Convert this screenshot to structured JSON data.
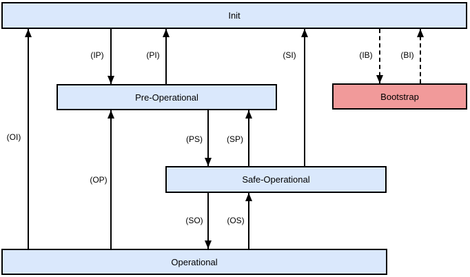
{
  "diagram": {
    "type": "state-machine",
    "colors": {
      "state_fill": "#dae8fc",
      "bootstrap_fill": "#f19a9a",
      "border": "#000000",
      "line": "#000000",
      "background": "#ffffff",
      "text": "#000000"
    },
    "states": {
      "init": {
        "label": "Init"
      },
      "preop": {
        "label": "Pre-Operational"
      },
      "bootstrap": {
        "label": "Bootstrap"
      },
      "safeop": {
        "label": "Safe-Operational"
      },
      "operational": {
        "label": "Operational"
      }
    },
    "transitions": {
      "oi": {
        "label": "(OI)",
        "from": "Operational",
        "to": "Init",
        "style": "solid"
      },
      "ip": {
        "label": "(IP)",
        "from": "Init",
        "to": "Pre-Operational",
        "style": "solid"
      },
      "pi": {
        "label": "(PI)",
        "from": "Pre-Operational",
        "to": "Init",
        "style": "solid"
      },
      "si": {
        "label": "(SI)",
        "from": "Safe-Operational",
        "to": "Init",
        "style": "solid"
      },
      "ib": {
        "label": "(IB)",
        "from": "Init",
        "to": "Bootstrap",
        "style": "dashed"
      },
      "bi": {
        "label": "(BI)",
        "from": "Bootstrap",
        "to": "Init",
        "style": "dashed"
      },
      "op": {
        "label": "(OP)",
        "from": "Operational",
        "to": "Pre-Operational",
        "style": "solid"
      },
      "ps": {
        "label": "(PS)",
        "from": "Pre-Operational",
        "to": "Safe-Operational",
        "style": "solid"
      },
      "sp": {
        "label": "(SP)",
        "from": "Safe-Operational",
        "to": "Pre-Operational",
        "style": "solid"
      },
      "so": {
        "label": "(SO)",
        "from": "Safe-Operational",
        "to": "Operational",
        "style": "solid"
      },
      "os": {
        "label": "(OS)",
        "from": "Operational",
        "to": "Safe-Operational",
        "style": "solid"
      }
    }
  }
}
